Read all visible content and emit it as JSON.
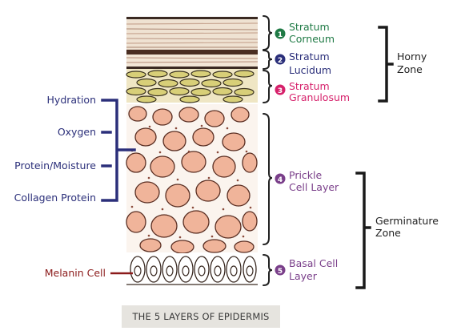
{
  "layers": [
    {
      "number": "1",
      "line1": "Stratum",
      "line2": "Corneum",
      "color": "#1f7a45"
    },
    {
      "number": "2",
      "line1": "Stratum",
      "line2": "Lucidum",
      "color": "#2b2f7a"
    },
    {
      "number": "3",
      "line1": "Stratum",
      "line2": "Granulosum",
      "color": "#d6216b"
    },
    {
      "number": "4",
      "line1": "Prickle",
      "line2": "Cell Layer",
      "color": "#7a3f8a"
    },
    {
      "number": "5",
      "line1": "Basal Cell",
      "line2": "Layer",
      "color": "#7a3f8a"
    }
  ],
  "zones": {
    "horny": {
      "line1": "Horny",
      "line2": "Zone"
    },
    "germinature": {
      "line1": "Germinature",
      "line2": "Zone"
    }
  },
  "functions": [
    "Hydration",
    "Oxygen",
    "Protein/Moisture",
    "Collagen Protein"
  ],
  "function_color": "#2b2f7a",
  "melanin_label": "Melanin Cell",
  "melanin_color": "#8b1a1a",
  "caption": "THE 5 LAYERS OF EPIDERMIS"
}
